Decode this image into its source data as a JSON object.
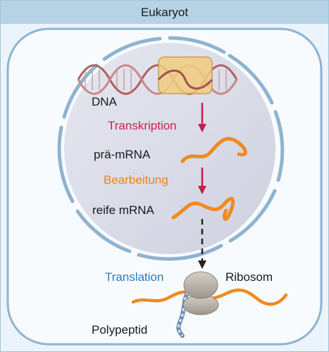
{
  "title": "Eukaryot",
  "labels": {
    "dna": "DNA",
    "transcription": "Transkription",
    "pre_mrna": "prä-mRNA",
    "processing": "Bearbeitung",
    "mature_mrna": "reife mRNA",
    "translation": "Translation",
    "ribosome": "Ribosom",
    "polypeptide": "Polypeptid"
  },
  "colors": {
    "header": "#b5d3e4",
    "cell": "#f8fbfd",
    "nucleus": "#dcdde9",
    "membrane": "#8fb3d1",
    "dna": "#b0605e",
    "gene_box": "#f1cc7f",
    "transcription": "#cc1f4f",
    "processing": "#e8861e",
    "translation": "#2e7bc0",
    "mrna": "#f08a20",
    "arrow": "#c51f4d",
    "ribosome": "#b9b2a8"
  }
}
